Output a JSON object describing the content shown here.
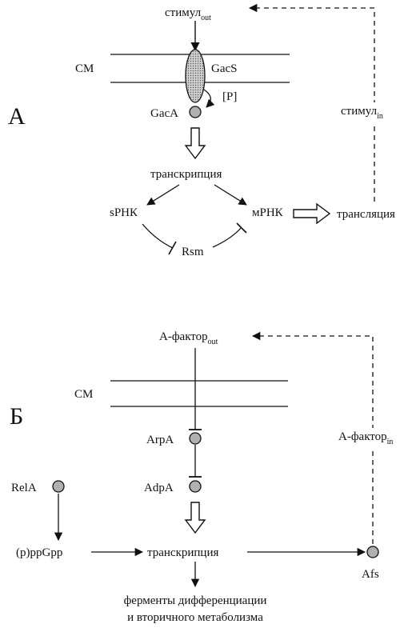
{
  "panel_a": {
    "letter": "А",
    "stimulus_out": {
      "base": "стимул",
      "sub": "out"
    },
    "stimulus_in": {
      "base": "стимул",
      "sub": "in"
    },
    "membrane": "СМ",
    "sensor": "GacS",
    "phospho": "[P]",
    "regulator": "GacA",
    "transcription": "транскрипция",
    "srna": "sРНК",
    "mrna": "мРНК",
    "rsm": "Rsm",
    "translation": "трансляция"
  },
  "panel_b": {
    "letter": "Б",
    "factor_out": {
      "base": "А-фактор",
      "sub": "out"
    },
    "factor_in": {
      "base": "А-фактор",
      "sub": "in"
    },
    "membrane": "СМ",
    "arpa": "ArpA",
    "adpa": "AdpA",
    "rela": "RelA",
    "ppgpp": "(p)ppGpp",
    "transcription": "транскрипция",
    "afs": "Afs",
    "output_line1": "ферменты дифференциации",
    "output_line2": "и вторичного метаболизма"
  },
  "colors": {
    "ink": "#111111",
    "sensor_fill": "#bdbdbd",
    "node_fill": "#b0b0b0",
    "background": "#ffffff"
  }
}
